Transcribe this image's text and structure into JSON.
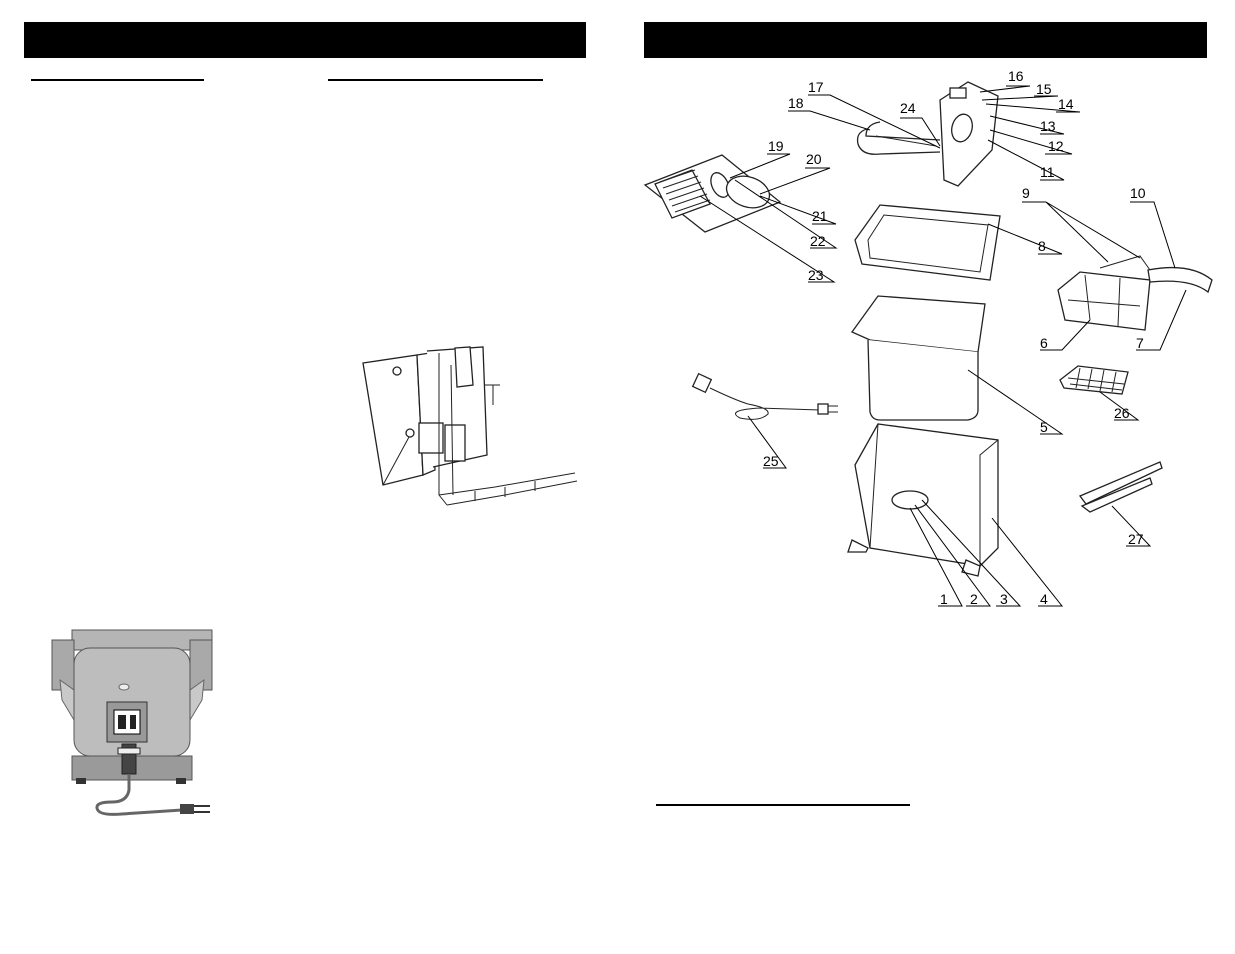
{
  "left_page": {
    "header_text": "",
    "section_a_heading": "",
    "section_b_heading": ""
  },
  "right_page": {
    "header_text": "",
    "parts_heading": ""
  },
  "parts_diagram": {
    "labels": [
      "1",
      "2",
      "3",
      "4",
      "5",
      "6",
      "7",
      "8",
      "9",
      "10",
      "11",
      "12",
      "13",
      "14",
      "15",
      "16",
      "17",
      "18",
      "19",
      "20",
      "21",
      "22",
      "23",
      "24",
      "25",
      "26",
      "27"
    ]
  }
}
